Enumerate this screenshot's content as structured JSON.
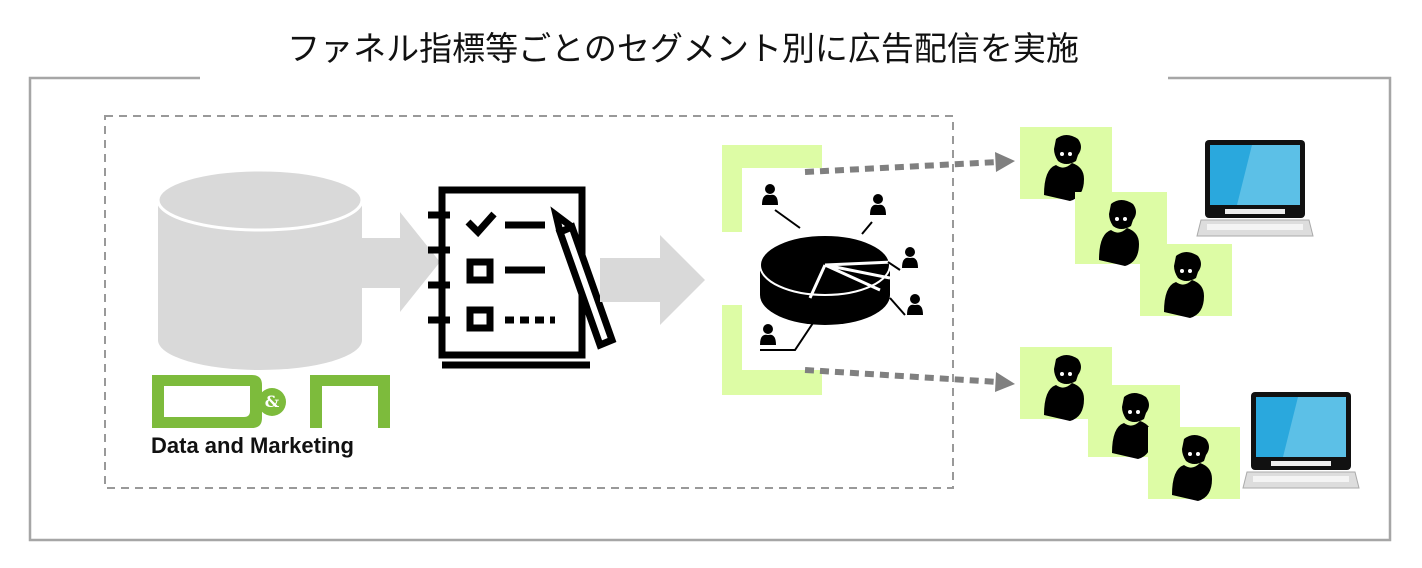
{
  "title": "ファネル指標等ごとのセグメント別に広告配信を実施",
  "logo": {
    "text": "Data and Marketing",
    "mark": "D & M",
    "ampersand": "&"
  },
  "colors": {
    "frame": "#a6a6a6",
    "arrow": "#d9d9d9",
    "segment_green": "#ddfca5",
    "logo_green": "#7dbb3c",
    "dotted_arrow": "#808080"
  },
  "icons": [
    "database-icon",
    "checklist-icon",
    "pie-chart-segments-icon",
    "person-icon",
    "laptop-icon"
  ]
}
